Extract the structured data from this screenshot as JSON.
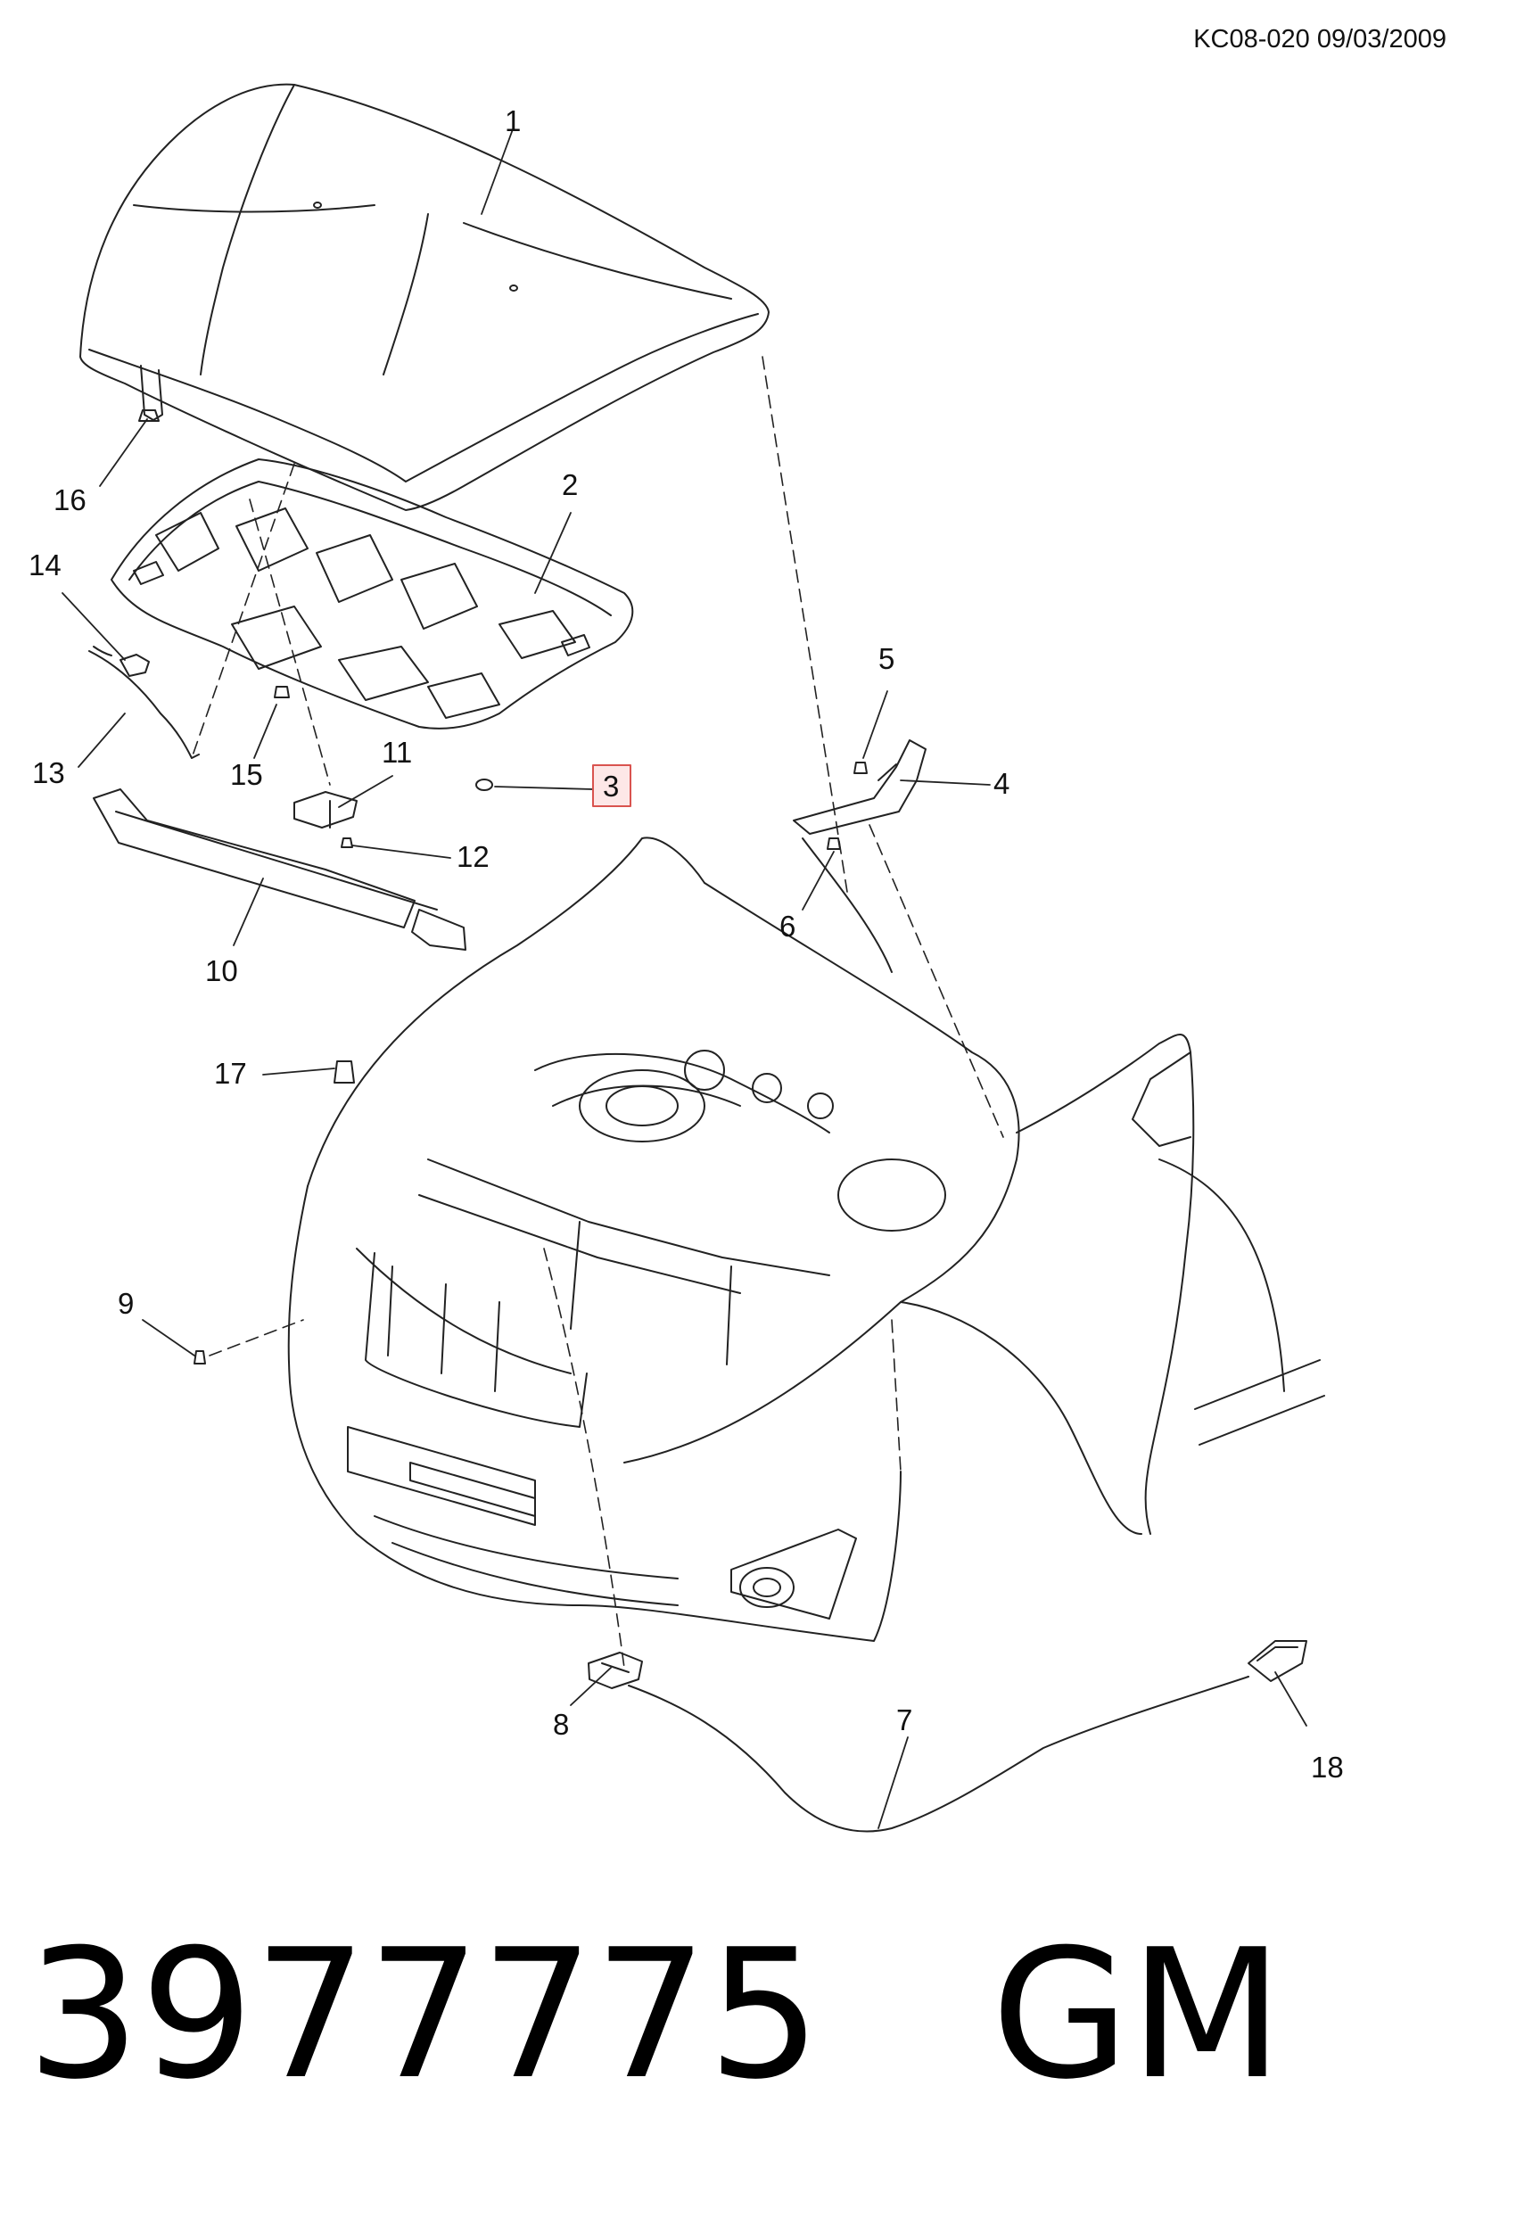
{
  "header": {
    "doc_code": "KC08-020 09/03/2009"
  },
  "callouts": [
    {
      "label": "1"
    },
    {
      "label": "2"
    },
    {
      "label": "3",
      "highlighted": true
    },
    {
      "label": "4"
    },
    {
      "label": "5"
    },
    {
      "label": "6"
    },
    {
      "label": "7"
    },
    {
      "label": "8"
    },
    {
      "label": "9"
    },
    {
      "label": "10"
    },
    {
      "label": "11"
    },
    {
      "label": "12"
    },
    {
      "label": "13"
    },
    {
      "label": "14"
    },
    {
      "label": "15"
    },
    {
      "label": "16"
    },
    {
      "label": "17"
    },
    {
      "label": "18"
    }
  ],
  "footer": {
    "part_number": "3977775",
    "brand": "GM"
  },
  "colors": {
    "line": "#222222",
    "highlight_border": "#d9534f",
    "highlight_fill": "#fde7e7"
  }
}
